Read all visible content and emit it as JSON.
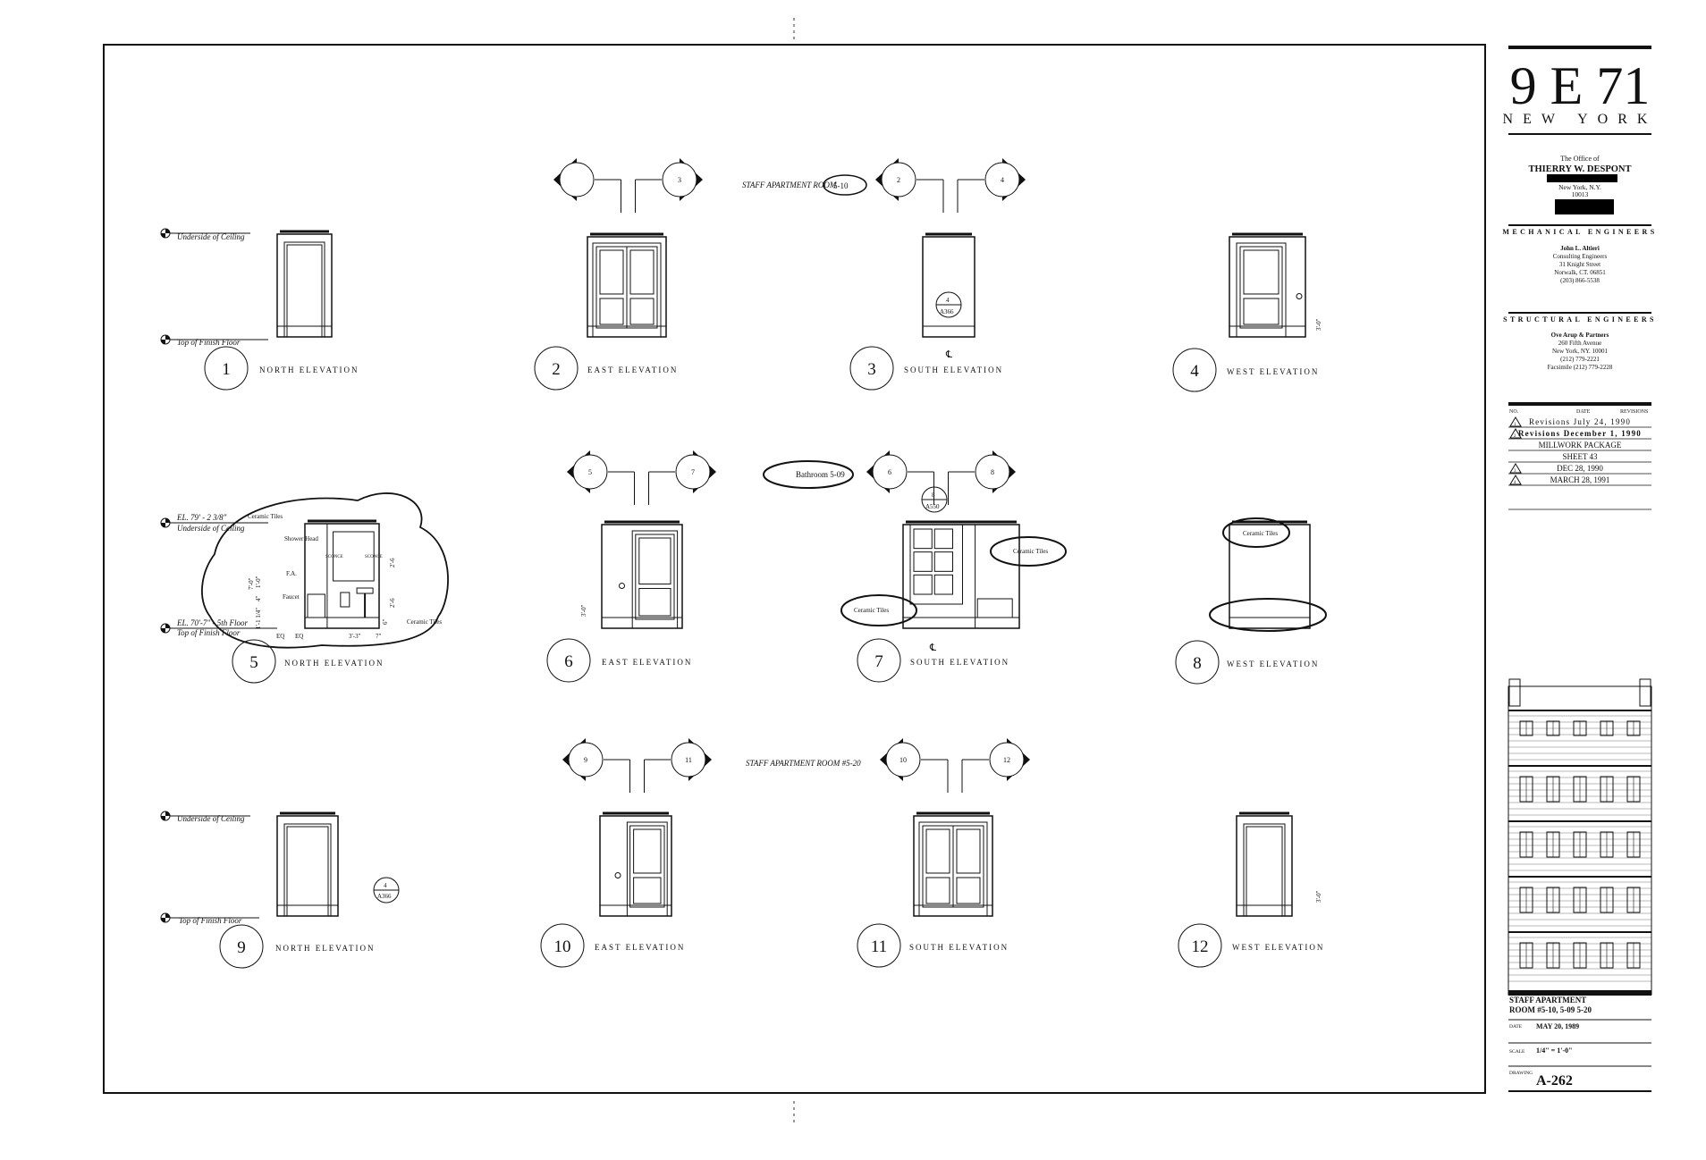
{
  "title_block": {
    "project_number": "9 E 71",
    "city": "NEW YORK",
    "architect": {
      "prefix": "The Office of",
      "name": "THIERRY W. DESPONT",
      "city": "New York, N.Y.",
      "zip": "10013"
    },
    "mechanical": {
      "heading": "MECHANICAL ENGINEERS",
      "lines": [
        "John L. Altieri",
        "Consulting Engineers",
        "31 Knight Street",
        "Norwalk, CT. 06851",
        "(203) 866-5538"
      ]
    },
    "structural": {
      "heading": "STRUCTURAL ENGINEERS",
      "lines": [
        "Ove Arup & Partners",
        "260 Fifth Avenue",
        "New York, NY. 10001",
        "(212) 779-2221",
        "Facsimile (212) 779-2228"
      ]
    },
    "revisions": {
      "headers": {
        "no": "NO.",
        "date": "DATE",
        "revisions": "REVISIONS"
      },
      "rows": [
        {
          "no": "1",
          "text": "Revisions July 24, 1990"
        },
        {
          "no": "2",
          "text": "Revisions December 1, 1990"
        },
        {
          "no": "",
          "text": "MILLWORK PACKAGE"
        },
        {
          "no": "",
          "text": "SHEET 43"
        },
        {
          "no": "3",
          "text": "DEC 28, 1990"
        },
        {
          "no": "4",
          "text": "MARCH 28, 1991"
        }
      ]
    },
    "sheet_title": [
      "STAFF APARTMENT",
      "ROOM #5-10, 5-09 5-20"
    ],
    "date_label": "DATE",
    "date": "MAY 20, 1989",
    "scale_label": "SCALE",
    "scale": "1/4\" = 1'-0\"",
    "drawing_label": "DRAWING",
    "drawing_number": "A-262"
  },
  "room_labels": {
    "room_5_10": "STAFF APARTMENT ROOM",
    "room_5_10_number": "5-10",
    "bathroom": "Bathroom 5-09",
    "room_5_20": "STAFF APARTMENT ROOM #5-20"
  },
  "levels": {
    "ceiling": "Underside of Ceiling",
    "floor": "Top of Finish Floor",
    "el_ceiling": "EL. 79' - 2 3/8\"",
    "el_floor": "EL. 70'-7\" - 5th Floor"
  },
  "section_markers": [
    {
      "left": "",
      "right": "3"
    },
    {
      "left": "2",
      "right": "4"
    },
    {
      "left": "5",
      "right": "7"
    },
    {
      "left": "6",
      "right": "8"
    },
    {
      "left": "9",
      "right": "11"
    },
    {
      "left": "10",
      "right": "12"
    }
  ],
  "elevations": [
    {
      "number": "1",
      "title": "NORTH ELEVATION"
    },
    {
      "number": "2",
      "title": "EAST ELEVATION"
    },
    {
      "number": "3",
      "title": "SOUTH ELEVATION"
    },
    {
      "number": "4",
      "title": "WEST ELEVATION"
    },
    {
      "number": "5",
      "title": "NORTH ELEVATION"
    },
    {
      "number": "6",
      "title": "EAST ELEVATION"
    },
    {
      "number": "7",
      "title": "SOUTH ELEVATION"
    },
    {
      "number": "8",
      "title": "WEST ELEVATION"
    },
    {
      "number": "9",
      "title": "NORTH ELEVATION"
    },
    {
      "number": "10",
      "title": "EAST ELEVATION"
    },
    {
      "number": "11",
      "title": "SOUTH ELEVATION"
    },
    {
      "number": "12",
      "title": "WEST ELEVATION"
    }
  ],
  "annotations": {
    "ceramic_tiles": "Ceramic Tiles",
    "shower_head": "Shower Head",
    "faucet": "Faucet",
    "fa": "F.A.",
    "sconce": "SCONCE",
    "detail_a366": {
      "number": "4",
      "sheet": "A366"
    },
    "detail_a550": {
      "number": "8",
      "sheet": "A550"
    },
    "centerline": "℄",
    "dims": {
      "d7_0": "7'-0\"",
      "d1_0": "1'-0\"",
      "d4": "4\"",
      "d1_4": "1'-1 1/4\"",
      "d2_6a": "2'-6",
      "d2_6b": "2'-6",
      "d6": "6\"",
      "eq": "EQ",
      "d3_3": "3'-3\"",
      "d7": "7\"",
      "d3_0": "3'-0\""
    }
  }
}
